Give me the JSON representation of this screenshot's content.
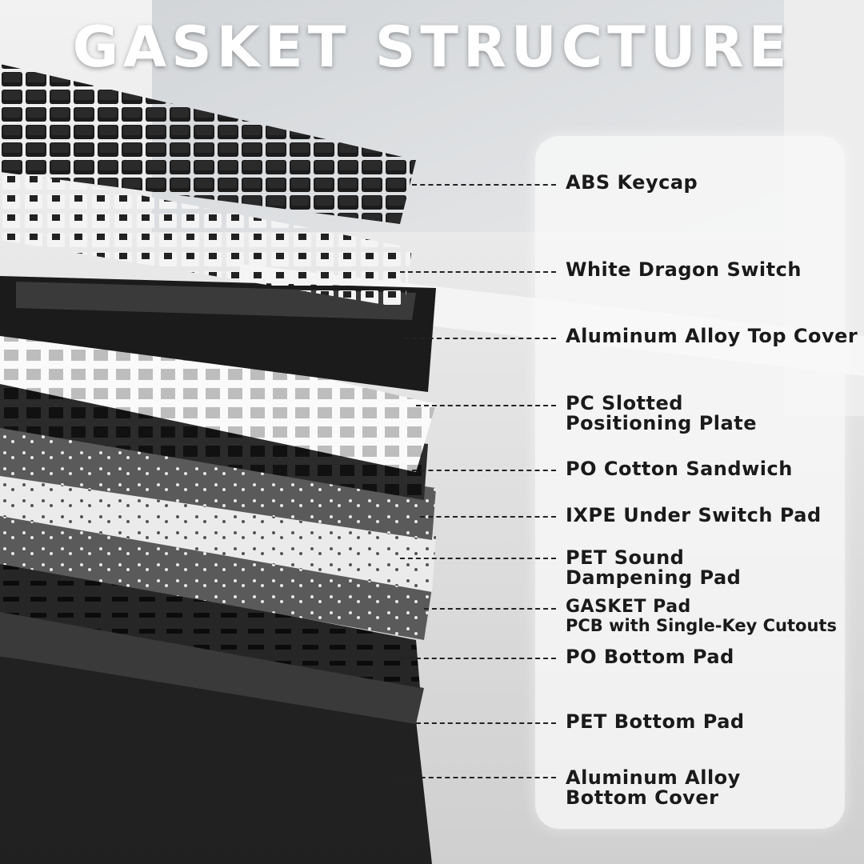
{
  "title": "GASKET STRUCTURE",
  "layers": [
    {
      "id": "abs-keycap",
      "lines": [
        "ABS Keycap"
      ]
    },
    {
      "id": "white-dragon-switch",
      "lines": [
        "White Dragon Switch"
      ]
    },
    {
      "id": "aluminum-top-cover",
      "lines": [
        "Aluminum Alloy Top Cover"
      ]
    },
    {
      "id": "pc-positioning-plate",
      "lines": [
        "PC Slotted",
        "Positioning Plate"
      ]
    },
    {
      "id": "po-cotton-sandwich",
      "lines": [
        "PO Cotton Sandwich"
      ]
    },
    {
      "id": "ixpe-under-switch-pad",
      "lines": [
        "IXPE Under Switch Pad"
      ]
    },
    {
      "id": "pet-sound-dampening-pad",
      "lines": [
        "PET Sound",
        "Dampening Pad"
      ]
    },
    {
      "id": "gasket-pad",
      "lines": [
        "GASKET Pad"
      ],
      "sub": "PCB with Single-Key Cutouts"
    },
    {
      "id": "po-bottom-pad",
      "lines": [
        "PO Bottom Pad"
      ]
    },
    {
      "id": "pet-bottom-pad",
      "lines": [
        "PET Bottom Pad"
      ]
    },
    {
      "id": "aluminum-bottom-cover",
      "lines": [
        "Aluminum Alloy",
        "Bottom Cover"
      ]
    }
  ],
  "colors": {
    "background": "#d9d9d9",
    "panel": "#f6f6f6",
    "text": "#1a1a1a",
    "title": "#ffffff"
  }
}
